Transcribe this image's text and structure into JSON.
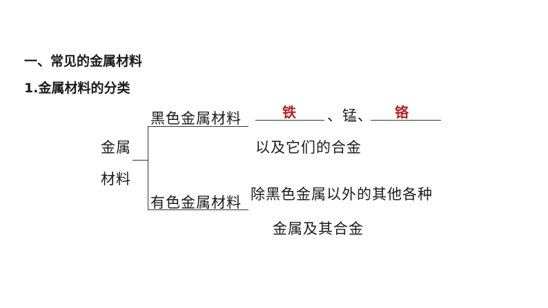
{
  "section": {
    "heading": "一、常见的金属材料",
    "subheading": "1.金属材料的分类"
  },
  "tree": {
    "root_line1": "金属",
    "root_line2": "材料",
    "branch_ferrous": {
      "label": "黑色金属材料",
      "answer_1": "铁",
      "sep_1": "、锰、",
      "answer_2": "铬",
      "desc": "以及它们的合金"
    },
    "branch_nonferrous": {
      "label": "有色金属材料",
      "desc_line1": "除黑色金属以外的其他各种",
      "desc_line2": "金属及其合金"
    }
  },
  "colors": {
    "text": "#1a1a1a",
    "answer": "#b22222"
  }
}
